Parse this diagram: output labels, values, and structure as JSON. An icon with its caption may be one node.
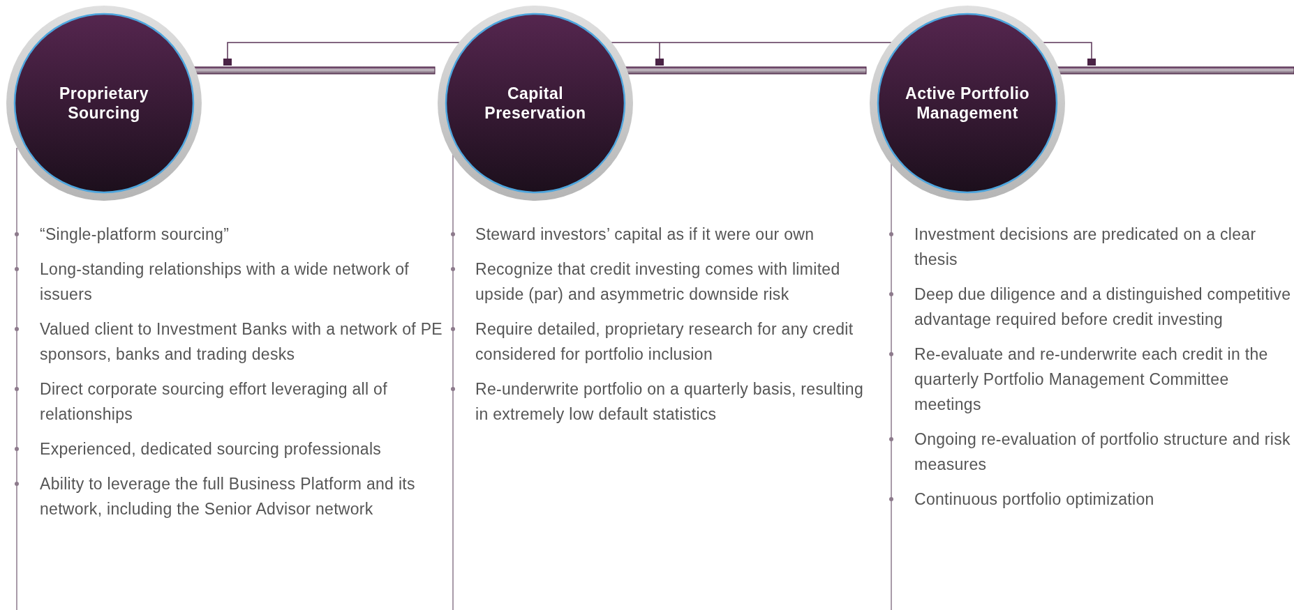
{
  "diagram": {
    "nodes": [
      {
        "text": [
          "Proprietary Sourcing"
        ],
        "beside": [
          "“Single-platform sourcing”",
          "Long-standing relationships with a wide network of issuers",
          "Valued client to Investment Banks with a network of PE sponsors, banks and trading desks",
          "Direct corporate sourcing effort leveraging all of relationships",
          "Experienced, dedicated sourcing professionals",
          "Ability to leverage the full Business Platform and its network, including the Senior Advisor network"
        ]
      },
      {
        "text": [
          "Capital Preservation"
        ],
        "beside": [
          "Steward investors’ capital as if it were our own",
          "Recognize that credit investing comes with limited upside (par) and asymmetric downside risk",
          "Require detailed, proprietary research for any credit considered for portfolio inclusion",
          "Re-underwrite portfolio on a quarterly basis, resulting in extremely low default statistics"
        ]
      },
      {
        "text": [
          "Active Portfolio Management"
        ],
        "beside": [
          "Investment decisions are predicated on a clear thesis",
          "Deep due diligence and a distinguished competitive advantage required before credit investing",
          "Re-evaluate and re-underwrite each credit in the quarterly Portfolio Management Committee meetings",
          "Ongoing re-evaluation of portfolio structure and risk measures",
          "Continuous portfolio optimization"
        ]
      }
    ]
  }
}
